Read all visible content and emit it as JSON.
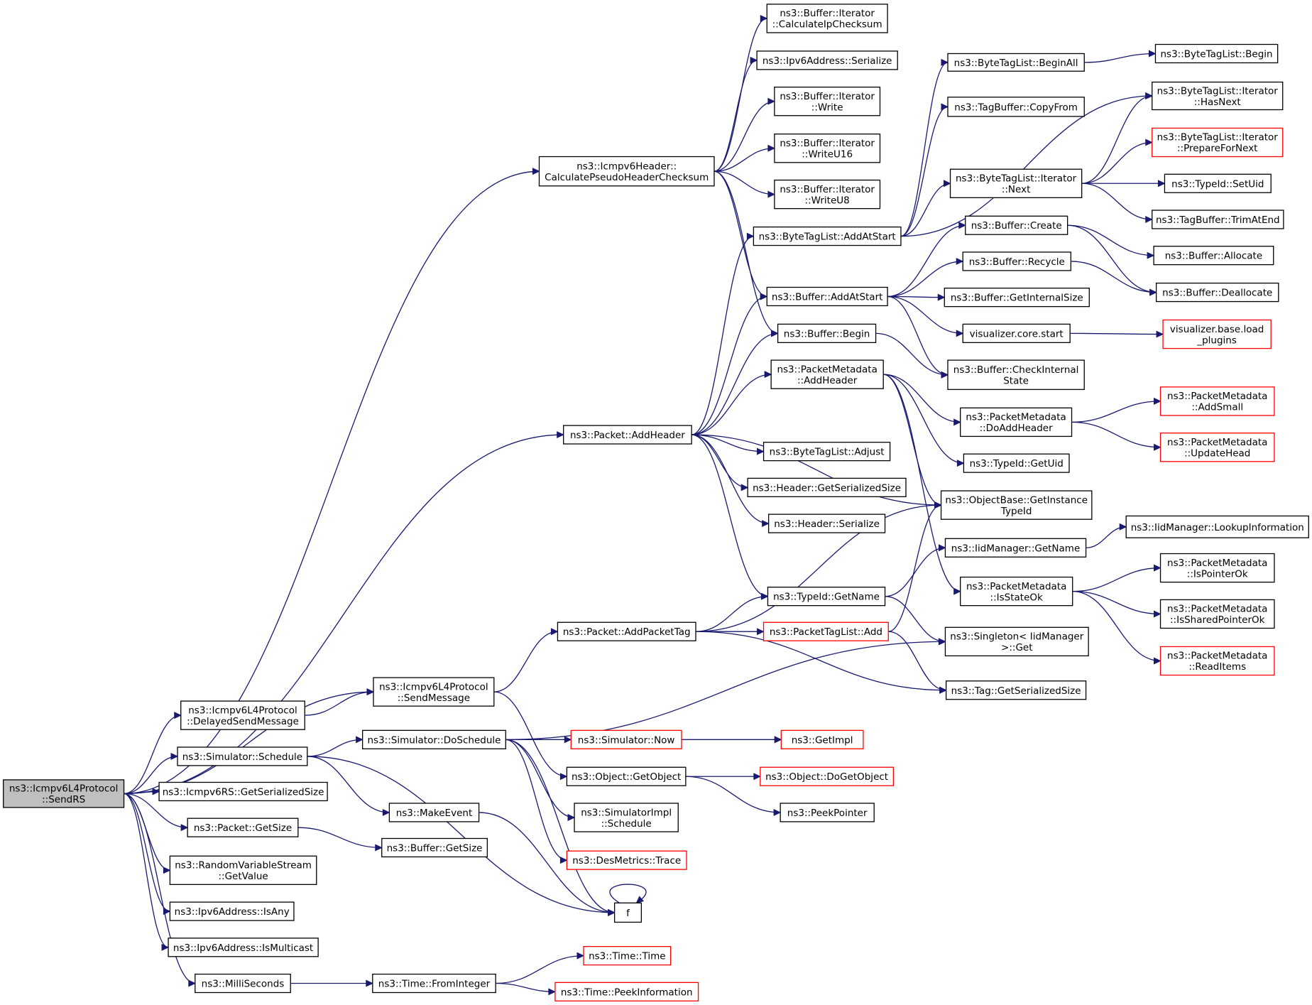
{
  "colors": {
    "edge": "#191970",
    "node_border": "#000000",
    "node_border_truncated": "#ff0000",
    "root_fill": "#bfbfbf",
    "node_fill": "#ffffff"
  },
  "nodes": {
    "sendrs": {
      "lines": [
        "ns3::Icmpv6L4Protocol",
        "::SendRS"
      ],
      "root": true
    },
    "calcpseudo": {
      "lines": [
        "ns3::Icmpv6Header::",
        "CalculatePseudoHeaderChecksum"
      ]
    },
    "it_calcip": {
      "lines": [
        "ns3::Buffer::Iterator",
        "::CalculateIpChecksum"
      ]
    },
    "ipv6_serialize": {
      "lines": [
        "ns3::Ipv6Address::Serialize"
      ]
    },
    "it_write": {
      "lines": [
        "ns3::Buffer::Iterator",
        "::Write"
      ]
    },
    "it_writeu16": {
      "lines": [
        "ns3::Buffer::Iterator",
        "::WriteU16"
      ]
    },
    "it_writeu8": {
      "lines": [
        "ns3::Buffer::Iterator",
        "::WriteU8"
      ]
    },
    "btl_beginall": {
      "lines": [
        "ns3::ByteTagList::BeginAll"
      ]
    },
    "btl_begin": {
      "lines": [
        "ns3::ByteTagList::Begin"
      ]
    },
    "tagbuf_copy": {
      "lines": [
        "ns3::TagBuffer::CopyFrom"
      ]
    },
    "btl_it_hasnext": {
      "lines": [
        "ns3::ByteTagList::Iterator",
        "::HasNext"
      ]
    },
    "btl_it_prepare": {
      "lines": [
        "ns3::ByteTagList::Iterator",
        "::PrepareForNext"
      ],
      "truncated": true
    },
    "btl_it_next": {
      "lines": [
        "ns3::ByteTagList::Iterator",
        "::Next"
      ]
    },
    "typeid_setuid": {
      "lines": [
        "ns3::TypeId::SetUid"
      ]
    },
    "tagbuf_trim": {
      "lines": [
        "ns3::TagBuffer::TrimAtEnd"
      ]
    },
    "btl_addatstart": {
      "lines": [
        "ns3::ByteTagList::AddAtStart"
      ]
    },
    "buf_create": {
      "lines": [
        "ns3::Buffer::Create"
      ]
    },
    "buf_allocate": {
      "lines": [
        "ns3::Buffer::Allocate"
      ]
    },
    "buf_recycle": {
      "lines": [
        "ns3::Buffer::Recycle"
      ]
    },
    "buf_dealloc": {
      "lines": [
        "ns3::Buffer::Deallocate"
      ]
    },
    "buf_addatstart": {
      "lines": [
        "ns3::Buffer::AddAtStart"
      ]
    },
    "buf_getinternal": {
      "lines": [
        "ns3::Buffer::GetInternalSize"
      ]
    },
    "vis_core_start": {
      "lines": [
        "visualizer.core.start"
      ]
    },
    "vis_base_load": {
      "lines": [
        "visualizer.base.load",
        "_plugins"
      ],
      "truncated": true
    },
    "buf_begin": {
      "lines": [
        "ns3::Buffer::Begin"
      ]
    },
    "buf_checkinternal": {
      "lines": [
        "ns3::Buffer::CheckInternal",
        "State"
      ]
    },
    "pm_addheader": {
      "lines": [
        "ns3::PacketMetadata",
        "::AddHeader"
      ]
    },
    "pm_doaddheader": {
      "lines": [
        "ns3::PacketMetadata",
        "::DoAddHeader"
      ]
    },
    "pm_addsmall": {
      "lines": [
        "ns3::PacketMetadata",
        "::AddSmall"
      ],
      "truncated": true
    },
    "pm_updatehead": {
      "lines": [
        "ns3::PacketMetadata",
        "::UpdateHead"
      ],
      "truncated": true
    },
    "typeid_getuid": {
      "lines": [
        "ns3::TypeId::GetUid"
      ]
    },
    "packet_addheader": {
      "lines": [
        "ns3::Packet::AddHeader"
      ]
    },
    "btl_adjust": {
      "lines": [
        "ns3::ByteTagList::Adjust"
      ]
    },
    "hdr_getsersize": {
      "lines": [
        "ns3::Header::GetSerializedSize"
      ]
    },
    "hdr_serialize": {
      "lines": [
        "ns3::Header::Serialize"
      ]
    },
    "objbase_getinst": {
      "lines": [
        "ns3::ObjectBase::GetInstance",
        "TypeId"
      ]
    },
    "iidmgr_getname": {
      "lines": [
        "ns3::IidManager::GetName"
      ]
    },
    "iidmgr_lookup": {
      "lines": [
        "ns3::IidManager::LookupInformation"
      ]
    },
    "pm_isstateok": {
      "lines": [
        "ns3::PacketMetadata",
        "::IsStateOk"
      ]
    },
    "pm_ispointerok": {
      "lines": [
        "ns3::PacketMetadata",
        "::IsPointerOk"
      ]
    },
    "pm_issharedok": {
      "lines": [
        "ns3::PacketMetadata",
        "::IsSharedPointerOk"
      ]
    },
    "pm_readitems": {
      "lines": [
        "ns3::PacketMetadata",
        "::ReadItems"
      ],
      "truncated": true
    },
    "typeid_getname": {
      "lines": [
        "ns3::TypeId::GetName"
      ]
    },
    "packet_addtag": {
      "lines": [
        "ns3::Packet::AddPacketTag"
      ]
    },
    "ptl_add": {
      "lines": [
        "ns3::PacketTagList::Add"
      ],
      "truncated": true
    },
    "singleton_get": {
      "lines": [
        "ns3::Singleton< IidManager",
        ">::Get"
      ]
    },
    "tag_getsersize": {
      "lines": [
        "ns3::Tag::GetSerializedSize"
      ]
    },
    "icmp_sendmsg": {
      "lines": [
        "ns3::Icmpv6L4Protocol",
        "::SendMessage"
      ]
    },
    "icmp_delayed": {
      "lines": [
        "ns3::Icmpv6L4Protocol",
        "::DelayedSendMessage"
      ]
    },
    "sim_doschedule": {
      "lines": [
        "ns3::Simulator::DoSchedule"
      ]
    },
    "sim_now": {
      "lines": [
        "ns3::Simulator::Now"
      ],
      "truncated": true
    },
    "getimpl": {
      "lines": [
        "ns3::GetImpl"
      ],
      "truncated": true
    },
    "sim_schedule": {
      "lines": [
        "ns3::Simulator::Schedule"
      ]
    },
    "obj_getobject": {
      "lines": [
        "ns3::Object::GetObject"
      ]
    },
    "obj_dogetobject": {
      "lines": [
        "ns3::Object::DoGetObject"
      ],
      "truncated": true
    },
    "icmprs_getsersize": {
      "lines": [
        "ns3::Icmpv6RS::GetSerializedSize"
      ]
    },
    "peekpointer": {
      "lines": [
        "ns3::PeekPointer"
      ]
    },
    "makeevent": {
      "lines": [
        "ns3::MakeEvent"
      ]
    },
    "simimpl_schedule": {
      "lines": [
        "ns3::SimulatorImpl",
        "::Schedule"
      ]
    },
    "packet_getsize": {
      "lines": [
        "ns3::Packet::GetSize"
      ]
    },
    "buf_getsize": {
      "lines": [
        "ns3::Buffer::GetSize"
      ]
    },
    "desmetrics_trace": {
      "lines": [
        "ns3::DesMetrics::Trace"
      ],
      "truncated": true
    },
    "rvs_getvalue": {
      "lines": [
        "ns3::RandomVariableStream",
        "::GetValue"
      ]
    },
    "f": {
      "lines": [
        "f"
      ]
    },
    "ipv6_isany": {
      "lines": [
        "ns3::Ipv6Address::IsAny"
      ]
    },
    "ipv6_ismulticast": {
      "lines": [
        "ns3::Ipv6Address::IsMulticast"
      ]
    },
    "time_time": {
      "lines": [
        "ns3::Time::Time"
      ],
      "truncated": true
    },
    "milliseconds": {
      "lines": [
        "ns3::MilliSeconds"
      ]
    },
    "time_frominteger": {
      "lines": [
        "ns3::Time::FromInteger"
      ]
    },
    "time_peekinfo": {
      "lines": [
        "ns3::Time::PeekInformation"
      ],
      "truncated": true
    }
  },
  "edges": [
    [
      "sendrs",
      "calcpseudo"
    ],
    [
      "sendrs",
      "packet_addheader"
    ],
    [
      "sendrs",
      "icmp_sendmsg"
    ],
    [
      "sendrs",
      "icmp_delayed"
    ],
    [
      "sendrs",
      "sim_schedule"
    ],
    [
      "sendrs",
      "icmprs_getsersize"
    ],
    [
      "sendrs",
      "packet_getsize"
    ],
    [
      "sendrs",
      "rvs_getvalue"
    ],
    [
      "sendrs",
      "ipv6_isany"
    ],
    [
      "sendrs",
      "ipv6_ismulticast"
    ],
    [
      "sendrs",
      "milliseconds"
    ],
    [
      "calcpseudo",
      "it_calcip"
    ],
    [
      "calcpseudo",
      "ipv6_serialize"
    ],
    [
      "calcpseudo",
      "it_write"
    ],
    [
      "calcpseudo",
      "it_writeu16"
    ],
    [
      "calcpseudo",
      "it_writeu8"
    ],
    [
      "calcpseudo",
      "buf_addatstart"
    ],
    [
      "calcpseudo",
      "buf_begin"
    ],
    [
      "btl_beginall",
      "btl_begin"
    ],
    [
      "btl_it_next",
      "btl_it_hasnext"
    ],
    [
      "btl_it_next",
      "btl_it_prepare"
    ],
    [
      "btl_it_next",
      "typeid_setuid"
    ],
    [
      "btl_it_next",
      "tagbuf_trim"
    ],
    [
      "btl_addatstart",
      "btl_beginall"
    ],
    [
      "btl_addatstart",
      "tagbuf_copy"
    ],
    [
      "btl_addatstart",
      "btl_it_hasnext"
    ],
    [
      "btl_addatstart",
      "btl_it_next"
    ],
    [
      "buf_create",
      "buf_allocate"
    ],
    [
      "buf_create",
      "buf_dealloc"
    ],
    [
      "buf_recycle",
      "buf_dealloc"
    ],
    [
      "buf_addatstart",
      "buf_create"
    ],
    [
      "buf_addatstart",
      "buf_recycle"
    ],
    [
      "buf_addatstart",
      "buf_getinternal"
    ],
    [
      "buf_addatstart",
      "vis_core_start"
    ],
    [
      "buf_addatstart",
      "buf_checkinternal"
    ],
    [
      "vis_core_start",
      "vis_base_load"
    ],
    [
      "buf_begin",
      "buf_checkinternal"
    ],
    [
      "pm_addheader",
      "pm_doaddheader"
    ],
    [
      "pm_addheader",
      "typeid_getuid"
    ],
    [
      "pm_addheader",
      "objbase_getinst"
    ],
    [
      "pm_addheader",
      "pm_isstateok"
    ],
    [
      "pm_doaddheader",
      "pm_addsmall"
    ],
    [
      "pm_doaddheader",
      "pm_updatehead"
    ],
    [
      "packet_addheader",
      "btl_addatstart"
    ],
    [
      "packet_addheader",
      "buf_addatstart"
    ],
    [
      "packet_addheader",
      "buf_begin"
    ],
    [
      "packet_addheader",
      "pm_addheader"
    ],
    [
      "packet_addheader",
      "objbase_getinst"
    ],
    [
      "packet_addheader",
      "btl_adjust"
    ],
    [
      "packet_addheader",
      "hdr_getsersize"
    ],
    [
      "packet_addheader",
      "hdr_serialize"
    ],
    [
      "packet_addheader",
      "typeid_getname"
    ],
    [
      "iidmgr_getname",
      "iidmgr_lookup"
    ],
    [
      "pm_isstateok",
      "pm_ispointerok"
    ],
    [
      "pm_isstateok",
      "pm_issharedok"
    ],
    [
      "pm_isstateok",
      "pm_readitems"
    ],
    [
      "typeid_getname",
      "iidmgr_getname"
    ],
    [
      "typeid_getname",
      "singleton_get"
    ],
    [
      "packet_addtag",
      "objbase_getinst"
    ],
    [
      "packet_addtag",
      "typeid_getname"
    ],
    [
      "packet_addtag",
      "ptl_add"
    ],
    [
      "packet_addtag",
      "tag_getsersize"
    ],
    [
      "ptl_add",
      "objbase_getinst"
    ],
    [
      "ptl_add",
      "tag_getsersize"
    ],
    [
      "icmp_sendmsg",
      "packet_addtag"
    ],
    [
      "icmp_sendmsg",
      "obj_getobject"
    ],
    [
      "icmp_delayed",
      "icmp_sendmsg"
    ],
    [
      "sim_doschedule",
      "singleton_get"
    ],
    [
      "sim_doschedule",
      "getimpl"
    ],
    [
      "sim_doschedule",
      "sim_now"
    ],
    [
      "sim_doschedule",
      "simimpl_schedule"
    ],
    [
      "sim_doschedule",
      "desmetrics_trace"
    ],
    [
      "sim_doschedule",
      "f"
    ],
    [
      "sim_now",
      "getimpl"
    ],
    [
      "sim_schedule",
      "sim_doschedule"
    ],
    [
      "sim_schedule",
      "makeevent"
    ],
    [
      "sim_schedule",
      "f"
    ],
    [
      "obj_getobject",
      "obj_dogetobject"
    ],
    [
      "obj_getobject",
      "peekpointer"
    ],
    [
      "makeevent",
      "f"
    ],
    [
      "packet_getsize",
      "buf_getsize"
    ],
    [
      "f",
      "f"
    ],
    [
      "milliseconds",
      "time_frominteger"
    ],
    [
      "time_frominteger",
      "time_time"
    ],
    [
      "time_frominteger",
      "time_peekinfo"
    ]
  ]
}
